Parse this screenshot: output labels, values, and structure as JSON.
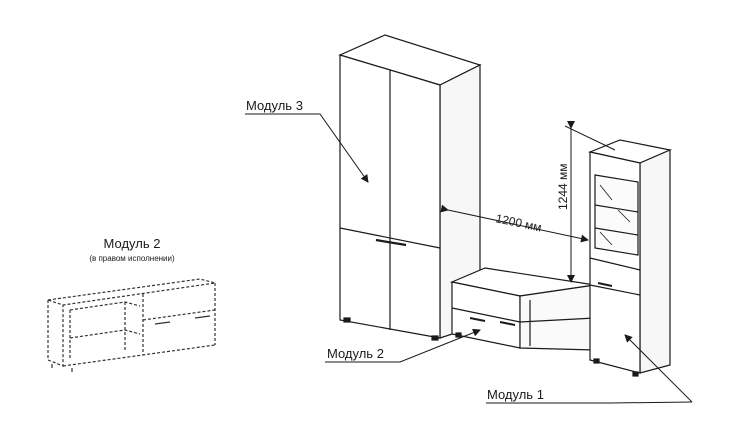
{
  "labels": {
    "module1": "Модуль 1",
    "module2": "Модуль 2",
    "module3": "Модуль 3",
    "module2_variant_title": "Модуль 2",
    "module2_variant_subtitle": "(в правом исполнении)"
  },
  "dimensions": {
    "width": "1200 мм",
    "height": "1244 мм"
  },
  "colors": {
    "line": "#1a1a1a",
    "panel": "#ffffff",
    "dashed": "#333333"
  }
}
